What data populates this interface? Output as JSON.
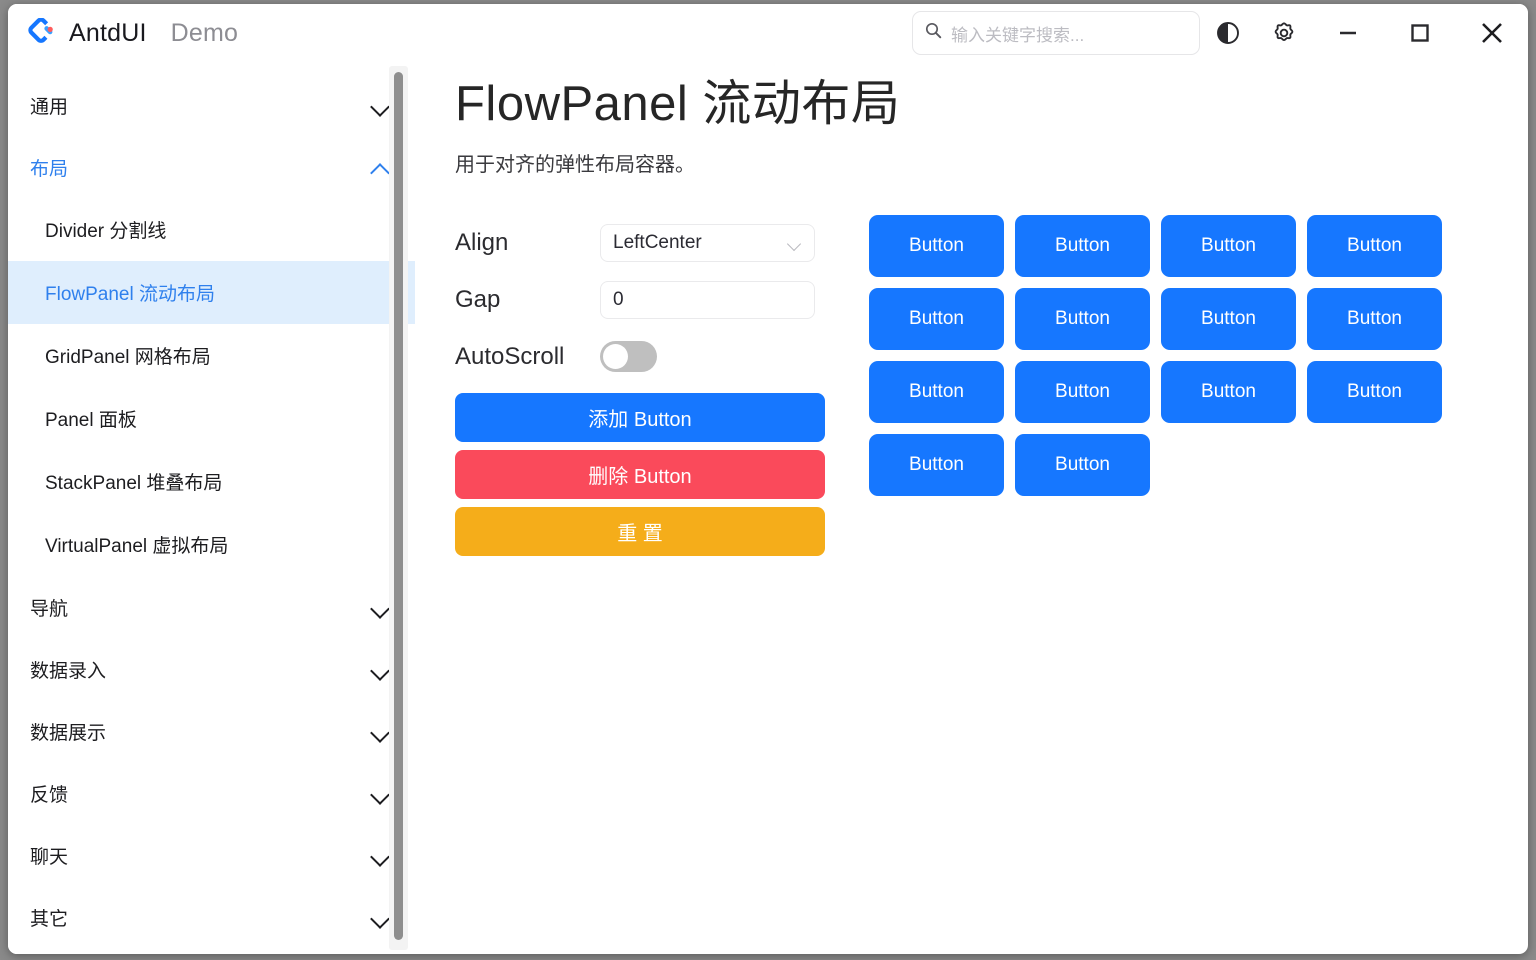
{
  "window": {
    "app_name": "AntdUI",
    "app_subtitle": "Demo",
    "logo_icon": "antd-logo-icon"
  },
  "titlebar": {
    "search": {
      "placeholder": "输入关键字搜索...",
      "value": "",
      "icon": "search-icon"
    },
    "theme_icon": "theme-contrast-icon",
    "settings_icon": "gear-icon",
    "minimize_icon": "minimize-icon",
    "maximize_icon": "maximize-icon",
    "close_icon": "close-icon"
  },
  "sidebar": {
    "groups": [
      {
        "label": "通用",
        "expanded": false,
        "items": []
      },
      {
        "label": "布局",
        "expanded": true,
        "items": [
          {
            "label": "Divider 分割线",
            "active": false
          },
          {
            "label": "FlowPanel 流动布局",
            "active": true
          },
          {
            "label": "GridPanel 网格布局",
            "active": false
          },
          {
            "label": "Panel 面板",
            "active": false
          },
          {
            "label": "StackPanel 堆叠布局",
            "active": false
          },
          {
            "label": "VirtualPanel 虚拟布局",
            "active": false
          }
        ]
      },
      {
        "label": "导航",
        "expanded": false,
        "items": []
      },
      {
        "label": "数据录入",
        "expanded": false,
        "items": []
      },
      {
        "label": "数据展示",
        "expanded": false,
        "items": []
      },
      {
        "label": "反馈",
        "expanded": false,
        "items": []
      },
      {
        "label": "聊天",
        "expanded": false,
        "items": []
      },
      {
        "label": "其它",
        "expanded": false,
        "items": []
      }
    ]
  },
  "main": {
    "title": "FlowPanel 流动布局",
    "description": "用于对齐的弹性布局容器。",
    "form": {
      "align_label": "Align",
      "align_value": "LeftCenter",
      "gap_label": "Gap",
      "gap_value": "0",
      "autoscroll_label": "AutoScroll",
      "autoscroll_on": false
    },
    "actions": [
      {
        "label": "添加 Button",
        "style": "primary"
      },
      {
        "label": "删除 Button",
        "style": "danger"
      },
      {
        "label": "重 置",
        "style": "warn"
      }
    ],
    "flow_buttons": [
      "Button",
      "Button",
      "Button",
      "Button",
      "Button",
      "Button",
      "Button",
      "Button",
      "Button",
      "Button",
      "Button",
      "Button",
      "Button",
      "Button"
    ]
  },
  "colors": {
    "primary": "#1677FF",
    "danger": "#FA4A5B",
    "warn": "#F5AD1A",
    "active_nav_bg": "#DFEEFD",
    "active_nav_text": "#2F80ED"
  }
}
